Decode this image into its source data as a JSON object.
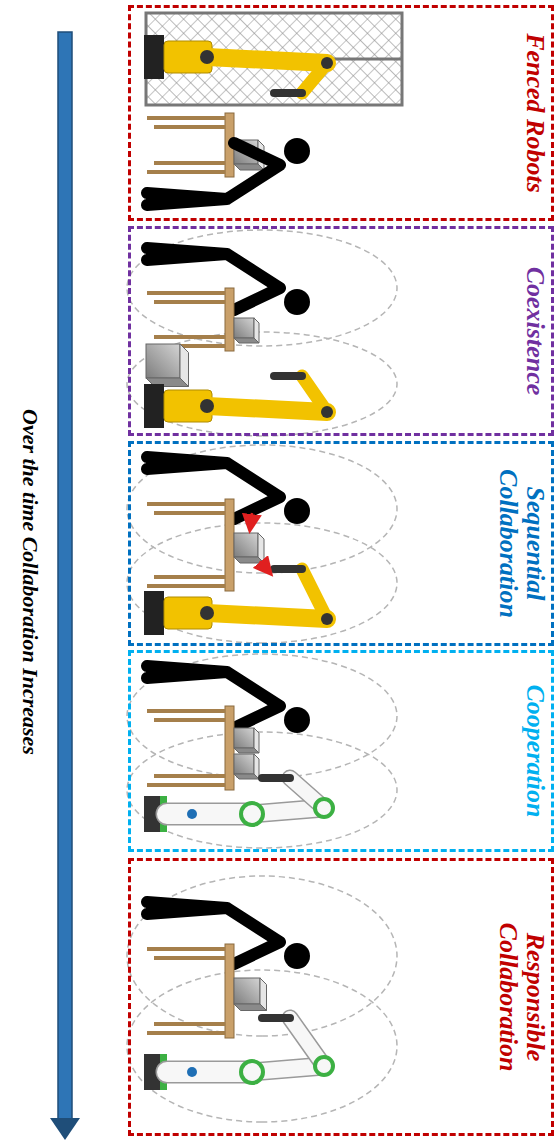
{
  "diagram": {
    "nodes": [
      {
        "text": [
          "Fenced Robots"
        ]
      },
      {
        "text": [
          "Coexistence"
        ]
      },
      {
        "text": [
          "Sequential Collaboration"
        ]
      },
      {
        "text": [
          "Cooperation"
        ]
      },
      {
        "text": [
          "Responsible Collaboration"
        ]
      }
    ],
    "labels": [
      "Over the time Collaboration Increases"
    ]
  }
}
